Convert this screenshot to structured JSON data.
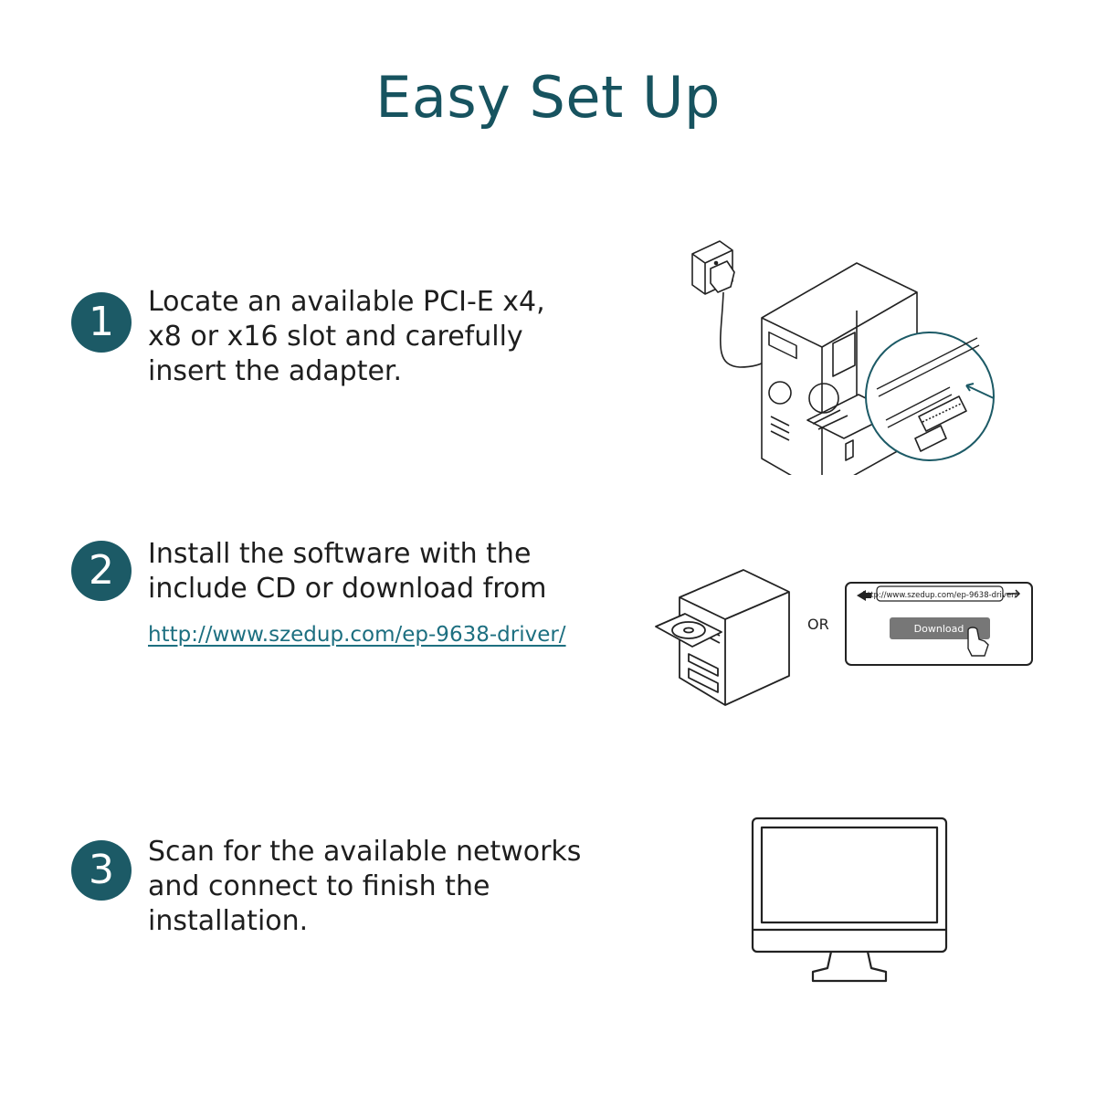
{
  "title": "Easy Set Up",
  "steps": [
    {
      "number": "1",
      "text": "Locate an available PCI-E x4,\nx8 or x16 slot and carefully\ninsert the adapter."
    },
    {
      "number": "2",
      "text": "Install the software with the\ninclude CD or download from",
      "link": "http://www.szedup.com/ep-9638-driver/",
      "or_label": "OR",
      "browser_url": "http://www.szedup.com/ep-9638-driver/",
      "download_label": "Download"
    },
    {
      "number": "3",
      "text": "Scan for the available networks\nand connect to finish the\ninstallation."
    }
  ],
  "colors": {
    "accent": "#1c5a66",
    "title": "#17535f",
    "link": "#1d6f80",
    "text": "#1e1e1e"
  }
}
